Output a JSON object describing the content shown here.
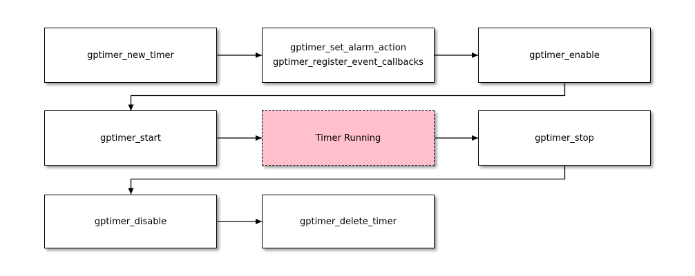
{
  "diagram": {
    "title": "",
    "nodes": {
      "new_timer": {
        "label": "gptimer_new_timer"
      },
      "config": {
        "lines": [
          "gptimer_set_alarm_action",
          "gptimer_register_event_callbacks"
        ]
      },
      "enable": {
        "label": "gptimer_enable"
      },
      "start": {
        "label": "gptimer_start"
      },
      "timer_running": {
        "label": "Timer Running",
        "state": "highlighted"
      },
      "stop": {
        "label": "gptimer_stop"
      },
      "disable": {
        "label": "gptimer_disable"
      },
      "delete_timer": {
        "label": "gptimer_delete_timer"
      }
    },
    "edges": [
      {
        "from": "gptimer_new_timer",
        "to": "gptimer_set_alarm_action / gptimer_register_event_callbacks"
      },
      {
        "from": "gptimer_set_alarm_action / gptimer_register_event_callbacks",
        "to": "gptimer_enable"
      },
      {
        "from": "gptimer_enable",
        "to": "gptimer_start"
      },
      {
        "from": "gptimer_start",
        "to": "Timer Running"
      },
      {
        "from": "Timer Running",
        "to": "gptimer_stop"
      },
      {
        "from": "gptimer_stop",
        "to": "gptimer_disable"
      },
      {
        "from": "gptimer_disable",
        "to": "gptimer_delete_timer"
      }
    ],
    "colors": {
      "background": "#ffffff",
      "box_fill": "#ffffff",
      "highlight_fill": "#ffc0cb",
      "line": "#000000"
    }
  }
}
